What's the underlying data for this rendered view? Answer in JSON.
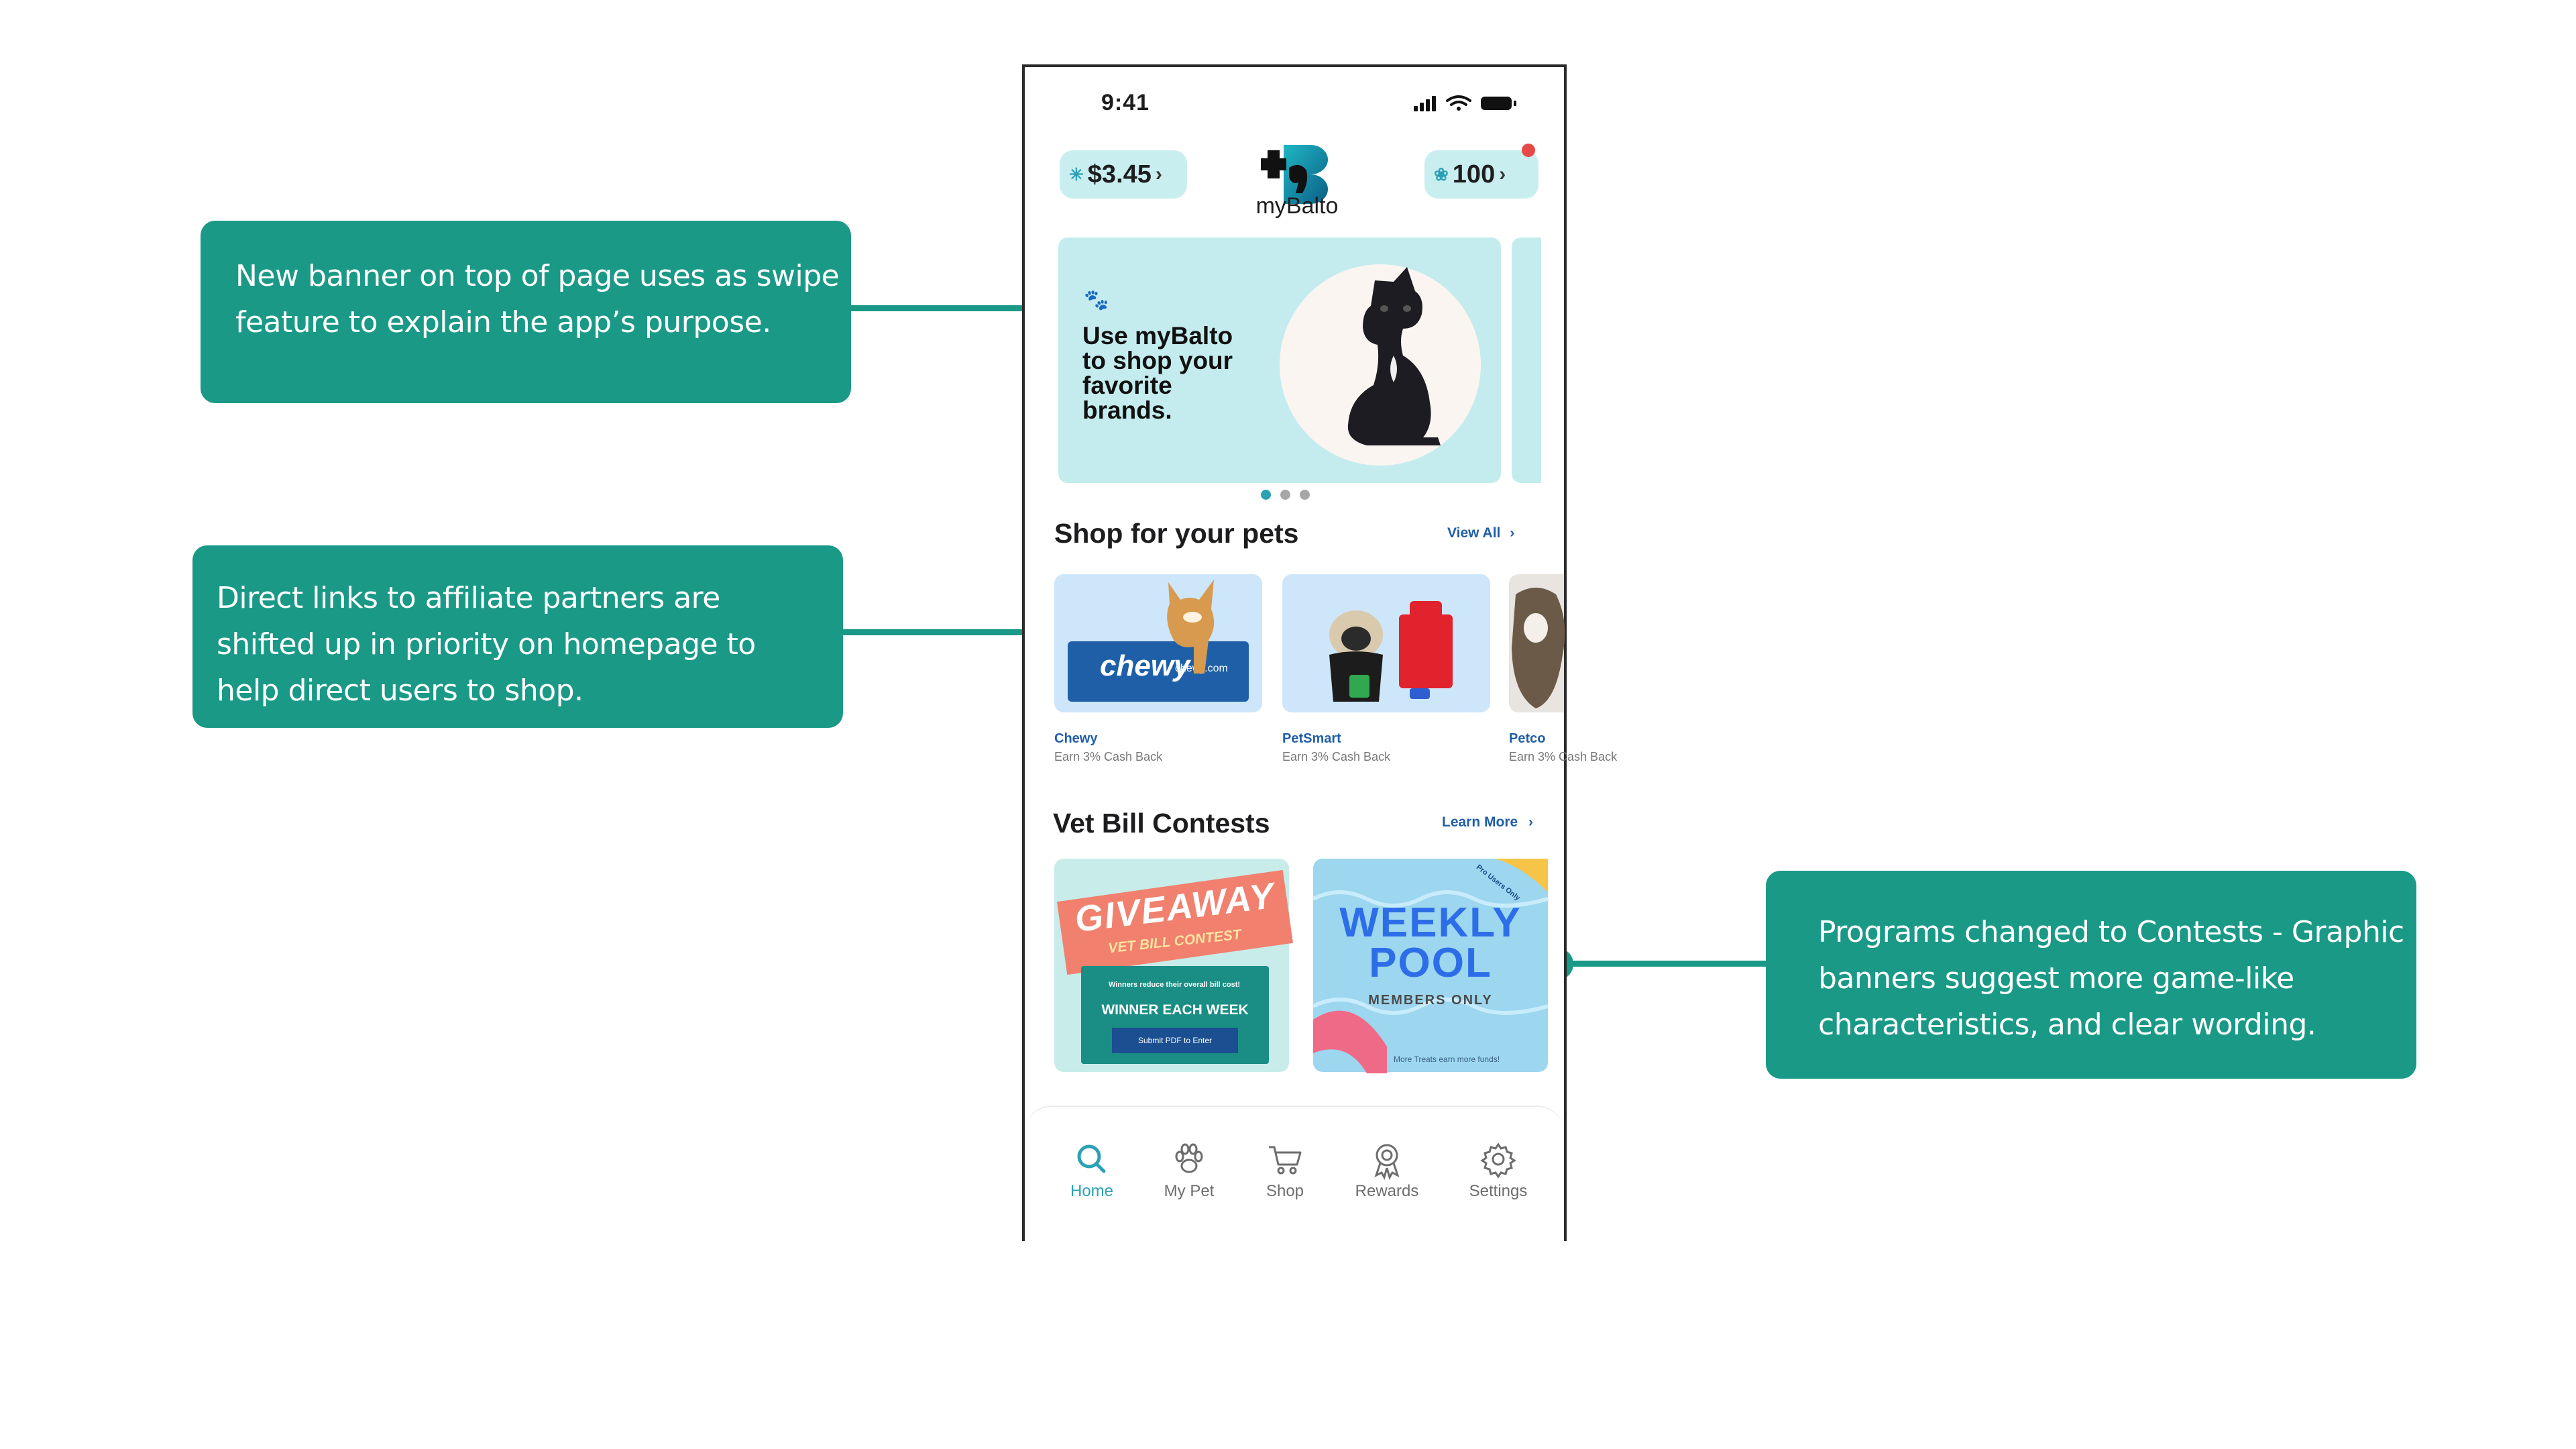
{
  "annotations": [
    {
      "text": "New banner on top of page uses as swipe\nfeature to explain the app’s purpose."
    },
    {
      "text": "Direct links to affiliate partners are\nshifted up in priority on homepage to\nhelp direct users to shop."
    },
    {
      "text": "Programs changed to Contests - Graphic\nbanners suggest more game-like\ncharacteristics, and clear wording."
    }
  ],
  "phone": {
    "status_time": "9:41",
    "balance": "$3.45",
    "points": "100",
    "logo_text": "myBalto",
    "banner_text": "Use myBalto\nto shop your\nfavorite\nbrands.",
    "shop": {
      "title": "Shop for your pets",
      "link": "View All",
      "cards": [
        {
          "name": "Chewy",
          "sub": "Earn 3% Cash Back",
          "art": "chewy",
          "art_url": "chewy.com"
        },
        {
          "name": "PetSmart",
          "sub": "Earn 3% Cash Back",
          "art": "petsmart"
        },
        {
          "name": "Petco",
          "sub": "Earn 3% Cash Back",
          "art": "petco"
        }
      ]
    },
    "contests": {
      "title": "Vet Bill Contests",
      "link": "Learn More",
      "giveaway": {
        "headline": "GIVEAWAY",
        "sub": "VET BILL CONTEST",
        "small": "Winners reduce their overall bill cost!",
        "winner": "WINNER EACH WEEK",
        "button": "Submit PDF to Enter"
      },
      "pool": {
        "line1": "WEEKLY",
        "line2": "POOL",
        "members": "MEMBERS ONLY",
        "badge": "Pro Users Only",
        "footer": "More Treats earn more funds!"
      }
    },
    "tabs": [
      {
        "label": "Home",
        "icon": "search-icon",
        "active": true
      },
      {
        "label": "My Pet",
        "icon": "paw-icon",
        "active": false
      },
      {
        "label": "Shop",
        "icon": "cart-icon",
        "active": false
      },
      {
        "label": "Rewards",
        "icon": "award-icon",
        "active": false
      },
      {
        "label": "Settings",
        "icon": "gear-icon",
        "active": false
      }
    ],
    "colors": {
      "teal": "#1a9987",
      "accent": "#2ba1b6",
      "link": "#1f5ea8",
      "banner_bg": "#c4ecee"
    }
  }
}
